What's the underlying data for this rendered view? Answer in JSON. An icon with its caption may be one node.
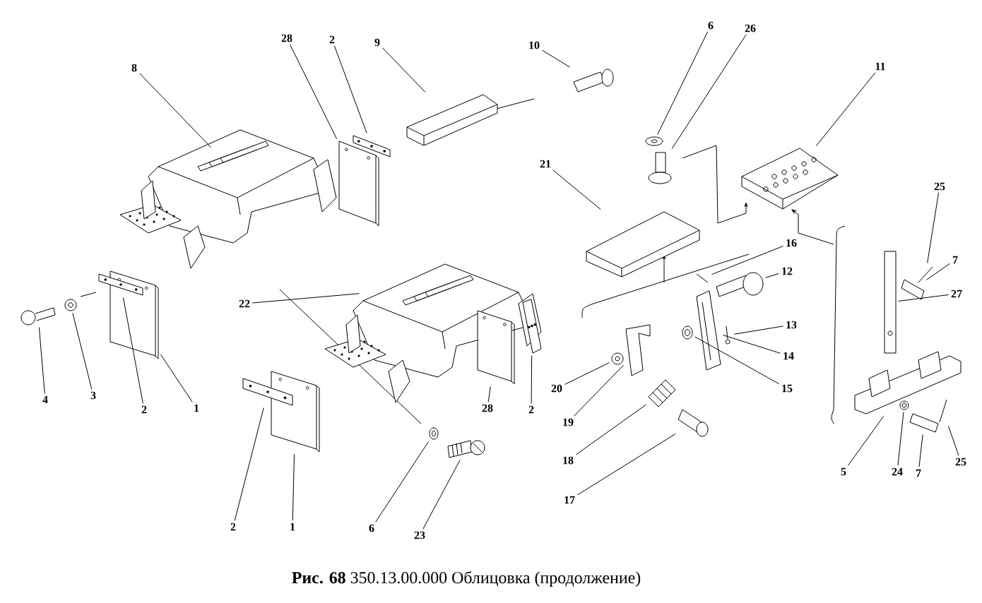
{
  "diagram": {
    "caption": "**Рис. 68** 350.13.00.000 Облицовка (продолжение)",
    "nodes": [
      {
        "text": [
          "8"
        ]
      },
      {
        "text": [
          "28"
        ]
      },
      {
        "text": [
          "2"
        ]
      },
      {
        "text": [
          "9"
        ]
      },
      {
        "text": [
          "10"
        ]
      },
      {
        "text": [
          "6"
        ]
      },
      {
        "text": [
          "26"
        ]
      },
      {
        "text": [
          "11"
        ]
      },
      {
        "text": [
          "21"
        ]
      },
      {
        "text": [
          "25"
        ]
      },
      {
        "text": [
          "7"
        ]
      },
      {
        "text": [
          "27"
        ]
      },
      {
        "text": [
          "16"
        ]
      },
      {
        "text": [
          "12"
        ]
      },
      {
        "text": [
          "13"
        ]
      },
      {
        "text": [
          "14"
        ]
      },
      {
        "text": [
          "15"
        ]
      },
      {
        "text": [
          "22"
        ]
      },
      {
        "text": [
          "20"
        ]
      },
      {
        "text": [
          "19"
        ]
      },
      {
        "text": [
          "18"
        ]
      },
      {
        "text": [
          "17"
        ]
      },
      {
        "text": [
          "5"
        ]
      },
      {
        "text": [
          "24"
        ]
      },
      {
        "text": [
          "7"
        ]
      },
      {
        "text": [
          "25"
        ]
      },
      {
        "text": [
          "28"
        ]
      },
      {
        "text": [
          "2"
        ]
      },
      {
        "text": [
          "4"
        ]
      },
      {
        "text": [
          "3"
        ]
      },
      {
        "text": [
          "2"
        ]
      },
      {
        "text": [
          "1"
        ]
      },
      {
        "text": [
          "2"
        ]
      },
      {
        "text": [
          "1"
        ]
      },
      {
        "text": [
          "6"
        ]
      },
      {
        "text": [
          "23"
        ]
      },
      {
        "text": [],
        "shape": "picture"
      },
      {
        "text": [],
        "shape": "picture"
      },
      {
        "text": [],
        "shape": "picture"
      },
      {
        "text": [],
        "shape": "picture"
      },
      {
        "text": [],
        "shape": "picture"
      },
      {
        "text": [],
        "shape": "picture"
      },
      {
        "text": [],
        "shape": "picture"
      },
      {
        "text": [],
        "shape": "picture"
      },
      {
        "text": [],
        "shape": "picture"
      },
      {
        "text": [],
        "shape": "picture"
      },
      {
        "text": [],
        "shape": "circle"
      },
      {
        "text": [],
        "shape": "picture"
      },
      {
        "text": [],
        "shape": "picture"
      },
      {
        "text": [],
        "shape": "picture"
      },
      {
        "text": [],
        "shape": "picture"
      },
      {
        "text": [],
        "shape": "picture"
      },
      {
        "text": [],
        "shape": "circle"
      },
      {
        "text": [],
        "shape": "picture"
      },
      {
        "text": [],
        "shape": "picture"
      },
      {
        "text": [],
        "shape": "picture"
      },
      {
        "text": [],
        "shape": "picture"
      },
      {
        "text": [],
        "shape": "picture"
      },
      {
        "text": [],
        "shape": "picture"
      },
      {
        "text": [],
        "shape": "picture"
      },
      {
        "text": [],
        "shape": "picture"
      },
      {
        "text": [],
        "shape": "picture"
      },
      {
        "text": [],
        "shape": "picture"
      },
      {
        "text": [],
        "shape": "picture"
      },
      {
        "text": [],
        "shape": "picture"
      },
      {
        "text": [],
        "shape": "picture"
      },
      {
        "text": [],
        "shape": "picture"
      },
      {
        "text": [],
        "shape": "picture"
      },
      {
        "text": [],
        "shape": "picture"
      },
      {
        "text": [],
        "shape": "picture"
      },
      {
        "text": [],
        "shape": "picture"
      },
      {
        "text": [],
        "shape": "picture"
      }
    ],
    "edges": [
      {
        "from": 0,
        "to": 59,
        "arrow": "none"
      },
      {
        "from": 1,
        "to": 60,
        "arrow": "none"
      },
      {
        "from": 2,
        "to": 61,
        "arrow": "none"
      },
      {
        "from": 3,
        "to": 62,
        "arrow": "none"
      },
      {
        "from": 4,
        "to": 36,
        "arrow": "none"
      },
      {
        "from": 5,
        "to": 37,
        "arrow": "none"
      },
      {
        "from": 6,
        "to": 38,
        "arrow": "none"
      },
      {
        "from": 7,
        "to": 63,
        "arrow": "none"
      },
      {
        "from": 8,
        "to": 64,
        "arrow": "none"
      },
      {
        "from": 9,
        "to": 40,
        "arrow": "none"
      },
      {
        "from": 10,
        "to": 39,
        "arrow": "none"
      },
      {
        "from": 11,
        "to": 41,
        "arrow": "none"
      },
      {
        "from": 12,
        "to": 43,
        "arrow": "none"
      },
      {
        "from": 13,
        "to": 42,
        "arrow": "none"
      },
      {
        "from": 14,
        "to": 44,
        "arrow": "none"
      },
      {
        "from": 15,
        "to": 45,
        "arrow": "none"
      },
      {
        "from": 16,
        "to": 46,
        "arrow": "none"
      },
      {
        "from": 17,
        "to": 65,
        "arrow": "none"
      },
      {
        "from": 18,
        "to": 47,
        "arrow": "none"
      },
      {
        "from": 19,
        "to": 48,
        "arrow": "none"
      },
      {
        "from": 20,
        "to": 49,
        "arrow": "none"
      },
      {
        "from": 21,
        "to": 50,
        "arrow": "none"
      },
      {
        "from": 22,
        "to": 51,
        "arrow": "none"
      },
      {
        "from": 23,
        "to": 52,
        "arrow": "none"
      },
      {
        "from": 24,
        "to": 53,
        "arrow": "none"
      },
      {
        "from": 25,
        "to": 54,
        "arrow": "none"
      },
      {
        "from": 26,
        "to": 66,
        "arrow": "none"
      },
      {
        "from": 27,
        "to": 67,
        "arrow": "none"
      },
      {
        "from": 28,
        "to": 55,
        "arrow": "none"
      },
      {
        "from": 29,
        "to": 56,
        "arrow": "none"
      },
      {
        "from": 30,
        "to": 68,
        "arrow": "none"
      },
      {
        "from": 31,
        "to": 69,
        "arrow": "none"
      },
      {
        "from": 32,
        "to": 70,
        "arrow": "none"
      },
      {
        "from": 33,
        "to": 71,
        "arrow": "none"
      },
      {
        "from": 34,
        "to": 57,
        "arrow": "none"
      },
      {
        "from": 35,
        "to": 58,
        "arrow": "none"
      }
    ]
  }
}
